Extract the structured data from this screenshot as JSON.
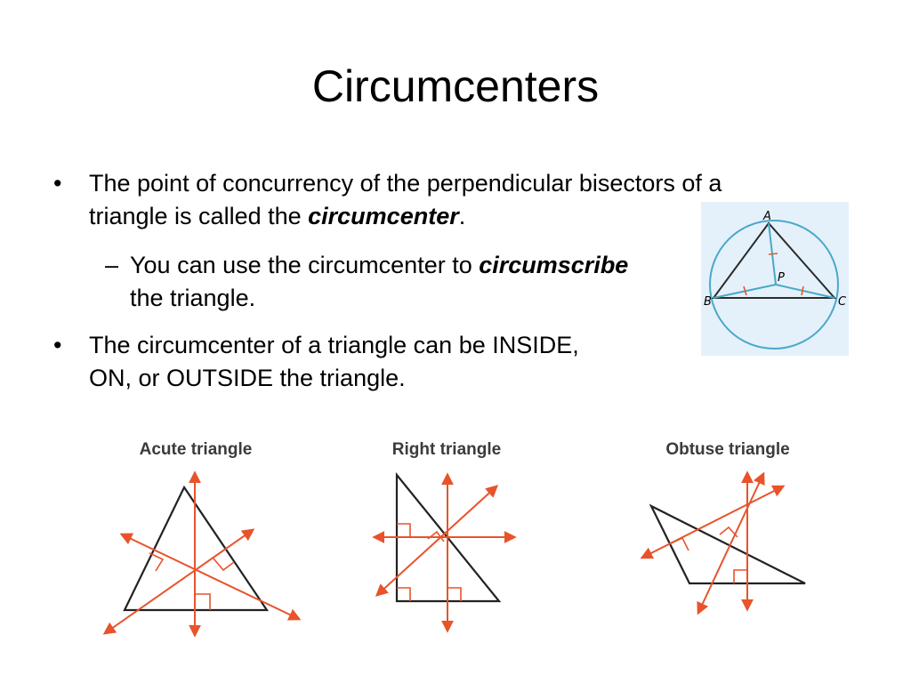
{
  "slide": {
    "title": "Circumcenters",
    "bullet1": {
      "marker": "•",
      "line1": "The point of concurrency of the perpendicular bisectors of a",
      "line2_prefix": "triangle is called the ",
      "line2_emphasis": "circumcenter",
      "line2_suffix": "."
    },
    "sub_bullet": {
      "marker": "–",
      "line1_prefix": "You can use the circumcenter to ",
      "line1_emphasis": "circumscribe",
      "line2": "the triangle."
    },
    "bullet2": {
      "marker": "•",
      "line1": "The circumcenter of a triangle can be INSIDE,",
      "line2": "ON, or OUTSIDE the triangle."
    }
  },
  "circle_figure": {
    "labels": {
      "a": "A",
      "b": "B",
      "c": "C",
      "p": "P"
    },
    "colors": {
      "background": "#e4f1fa",
      "circle": "#4aa8c8",
      "triangle": "#2b2b2b",
      "bisector": "#4aa8c8",
      "tick": "#e05a2a"
    }
  },
  "triangles": {
    "acute_label": "Acute triangle",
    "right_label": "Right triangle",
    "obtuse_label": "Obtuse triangle",
    "colors": {
      "triangle": "#222222",
      "bisector": "#e8532b"
    }
  }
}
